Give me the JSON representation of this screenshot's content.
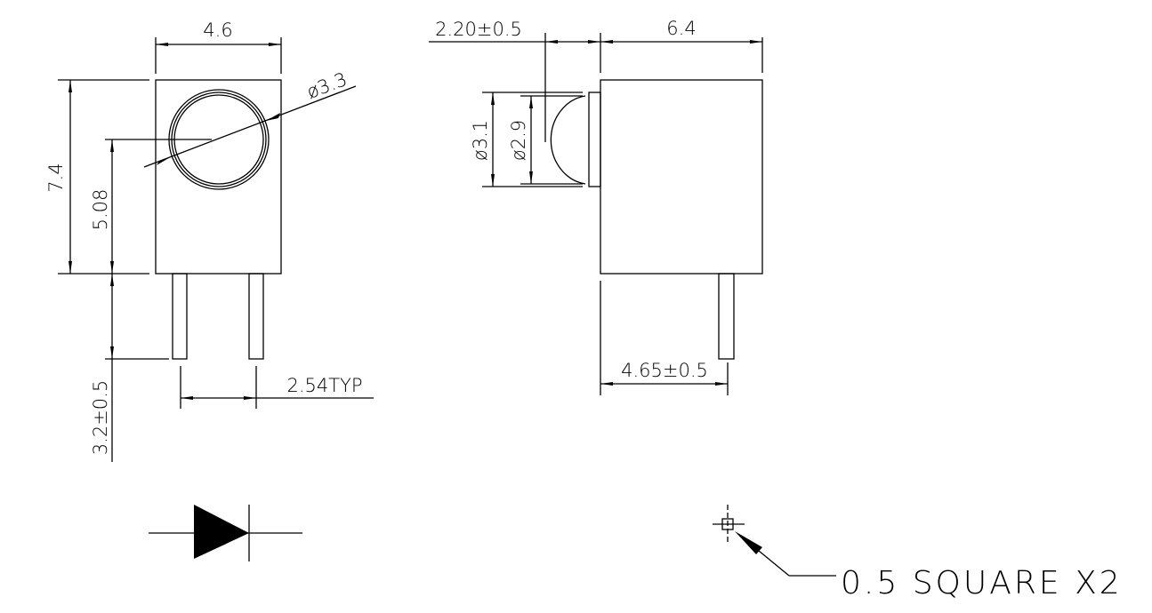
{
  "front_view": {
    "width": "4.6",
    "height": "7.4",
    "lens_diameter": "ø3.3",
    "lens_center_height": "5.08",
    "lead_length": "3.2±0.5",
    "lead_pitch": "2.54TYP"
  },
  "side_view": {
    "lens_protrusion": "2.20±0.5",
    "depth": "6.4",
    "flange_diameter": "ø3.1",
    "lens_dome_diameter": "ø2.9",
    "lead_offset": "4.65±0.5"
  },
  "symbol": {
    "type": "diode-icon"
  },
  "lead_note": "0.5 SQUARE X2"
}
